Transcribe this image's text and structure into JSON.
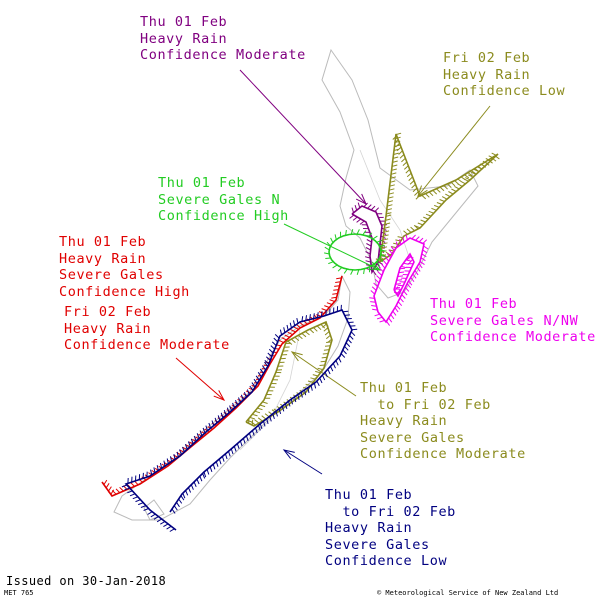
{
  "colors": {
    "purple": "#800080",
    "olive": "#8b8b1e",
    "green": "#22cc22",
    "red": "#e00000",
    "magenta": "#ee00ee",
    "navy": "#000080",
    "land": "#bbbbbb"
  },
  "warnings": [
    {
      "id": "thu-heavy-rain-moderate",
      "color": "purple",
      "lines": [
        "Thu 01 Feb",
        "Heavy Rain",
        "Confidence Moderate"
      ]
    },
    {
      "id": "fri-heavy-rain-low",
      "color": "olive",
      "lines": [
        "Fri 02 Feb",
        "Heavy Rain",
        "Confidence Low"
      ]
    },
    {
      "id": "thu-severe-gales-n-high",
      "color": "green",
      "lines": [
        "Thu 01 Feb",
        "Severe Gales N",
        "Confidence High"
      ]
    },
    {
      "id": "thu-heavy-rain-gales-high",
      "color": "red",
      "lines": [
        "Thu 01 Feb",
        "Heavy Rain",
        "Severe Gales",
        "Confidence High"
      ]
    },
    {
      "id": "fri-heavy-rain-moderate",
      "color": "red",
      "lines": [
        "Fri 02 Feb",
        "Heavy Rain",
        "Confidence Moderate"
      ]
    },
    {
      "id": "thu-severe-gales-nnw-moderate",
      "color": "magenta",
      "lines": [
        "Thu 01 Feb",
        "Severe Gales N/NW",
        "Confidence Moderate"
      ]
    },
    {
      "id": "thu-fri-rain-gales-moderate",
      "color": "olive",
      "lines": [
        "Thu 01 Feb",
        "  to Fri 02 Feb",
        "Heavy Rain",
        "Severe Gales",
        "Confidence Moderate"
      ]
    },
    {
      "id": "thu-fri-rain-gales-low",
      "color": "navy",
      "lines": [
        "Thu 01 Feb",
        "  to Fri 02 Feb",
        "Heavy Rain",
        "Severe Gales",
        "Confidence Low"
      ]
    }
  ],
  "footer": {
    "issued": "Issued on 30-Jan-2018",
    "met_code": "MET 765",
    "copyright": "© Meteorological Service of New Zealand Ltd"
  }
}
